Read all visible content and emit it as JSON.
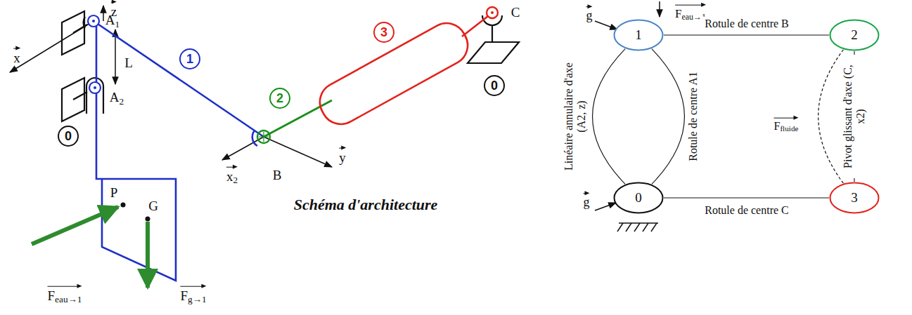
{
  "diagram": {
    "nodes": [
      {
        "text": [
          "1"
        ]
      },
      {
        "text": [
          "2"
        ]
      },
      {
        "text": [
          "0"
        ]
      },
      {
        "text": [
          "3"
        ]
      }
    ],
    "edges": [
      {
        "from": 0,
        "to": 1,
        "arrow": "none",
        "label": "Rotule de centre B"
      },
      {
        "from": 1,
        "to": 3,
        "arrow": "none",
        "label": "Pivot glissant d'axe (C, x2)"
      },
      {
        "from": 1,
        "to": 3,
        "arrow": "none",
        "label": "Ffluide"
      },
      {
        "from": 3,
        "to": 2,
        "arrow": "none",
        "label": "Rotule de centre C"
      },
      {
        "from": 0,
        "to": 2,
        "arrow": "none",
        "label": "Linéaire annulaire d'axe (A2, z)"
      },
      {
        "from": 0,
        "to": 2,
        "arrow": "none",
        "label": "Rotule de centre A1"
      }
    ],
    "labels": [
      "z",
      "x",
      "A1",
      "L",
      "A2",
      "0",
      "1",
      "2",
      "3",
      "C",
      "0",
      "B",
      "x2",
      "y",
      "P",
      "G",
      "Schéma d'architecture",
      "Feau→1",
      "Fg→1",
      "g",
      "Feau→1",
      "g"
    ]
  }
}
